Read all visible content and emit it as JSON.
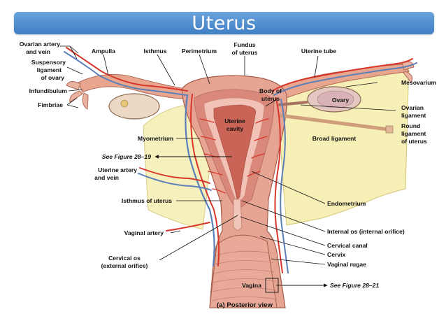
{
  "title": "Uterus",
  "diagram": {
    "labels": {
      "ovarian_artery": "Ovarian artery",
      "ovarian_artery_2": "and vein",
      "ampulla": "Ampulla",
      "isthmus": "Isthmus",
      "perimetrium": "Perimetrium",
      "fundus_1": "Fundus",
      "fundus_2": "of uterus",
      "uterine_tube": "Uterine tube",
      "suspensory_1": "Suspensory",
      "suspensory_2": "ligament",
      "suspensory_3": "of ovary",
      "infundibulum": "Infundibulum",
      "fimbriae": "Fimbriae",
      "body_1": "Body of",
      "body_2": "uterus",
      "cavity_1": "Uterine",
      "cavity_2": "cavity",
      "mesovarium": "Mesovarium",
      "ovary": "Ovary",
      "ovarian_lig_1": "Ovarian",
      "ovarian_lig_2": "ligament",
      "round_lig_1": "Round",
      "round_lig_2": "ligament",
      "round_lig_3": "of uterus",
      "broad_ligament": "Broad ligament",
      "myometrium": "Myometrium",
      "see_fig_19": "See Figure 28–19",
      "uterine_artery_1": "Uterine artery",
      "uterine_artery_2": "and vein",
      "isthmus_uterus": "Isthmus of uterus",
      "endometrium": "Endometrium",
      "vaginal_artery": "Vaginal artery",
      "internal_os": "Internal os (internal orifice)",
      "cervical_canal": "Cervical canal",
      "cervical_os_1": "Cervical os",
      "cervical_os_2": "(external orifice)",
      "cervix": "Cervix",
      "vaginal_rugae": "Vaginal rugae",
      "vagina": "Vagina",
      "see_fig_21": "See Figure 28–21",
      "caption": "(a) Posterior view"
    }
  },
  "colors": {
    "title_bar": "#4a8ad0",
    "tissue": "#e6a592",
    "muscle": "#d9887a",
    "endometrium": "#f2c2b6",
    "cavity": "#c96457",
    "broad_ligament": "#f6efb6",
    "artery": "#d9362b",
    "vein": "#5b7fb8"
  }
}
